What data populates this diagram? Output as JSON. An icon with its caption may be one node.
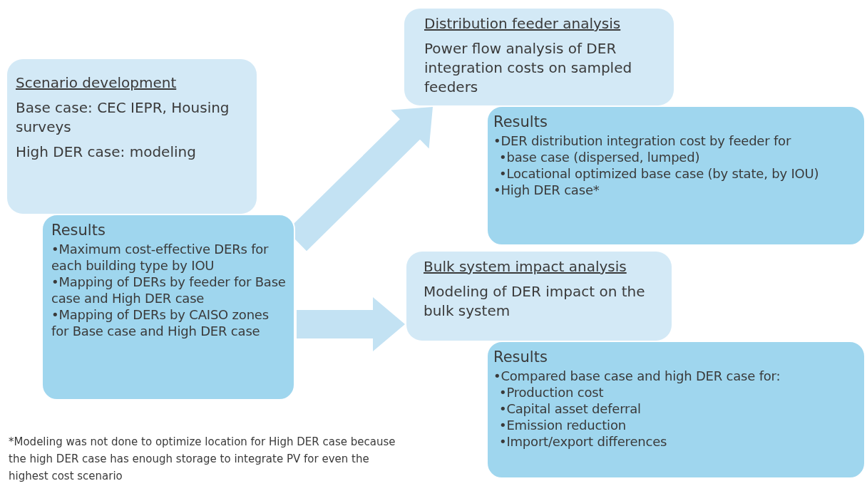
{
  "diagram": {
    "nodes": [
      {
        "text": [
          "Scenario development",
          "Base case: CEC IEPR, Housing surveys",
          "High DER case: modeling"
        ]
      },
      {
        "text": [
          "Results",
          "•Maximum cost-effective DERs for each building type by IOU",
          "•Mapping of DERs by feeder for Base case and High DER case",
          "•Mapping of DERs by CAISO zones for Base case and High DER case"
        ]
      },
      {
        "text": [
          "Distribution feeder analysis",
          "Power flow analysis of DER integration costs on sampled feeders"
        ]
      },
      {
        "text": [
          "Results",
          "•DER distribution integration cost by feeder for",
          "•base case (dispersed, lumped)",
          "•Locational optimized base case (by state, by IOU)",
          "•High DER case*"
        ]
      },
      {
        "text": [
          "Bulk system impact analysis",
          "Modeling of DER impact on the bulk system"
        ]
      },
      {
        "text": [
          "Results",
          "•Compared base case and high DER case for:",
          "•Production cost",
          "•Capital asset deferral",
          "•Emission reduction",
          "•Import/export differences"
        ]
      }
    ],
    "edges": [
      {
        "from": 1,
        "to": 2,
        "arrow": "to"
      },
      {
        "from": 1,
        "to": 4,
        "arrow": "to"
      }
    ],
    "labels": [
      "*Modeling was not done to optimize location for High DER case because the high DER case has enough storage to integrate PV for even the highest cost scenario"
    ]
  }
}
